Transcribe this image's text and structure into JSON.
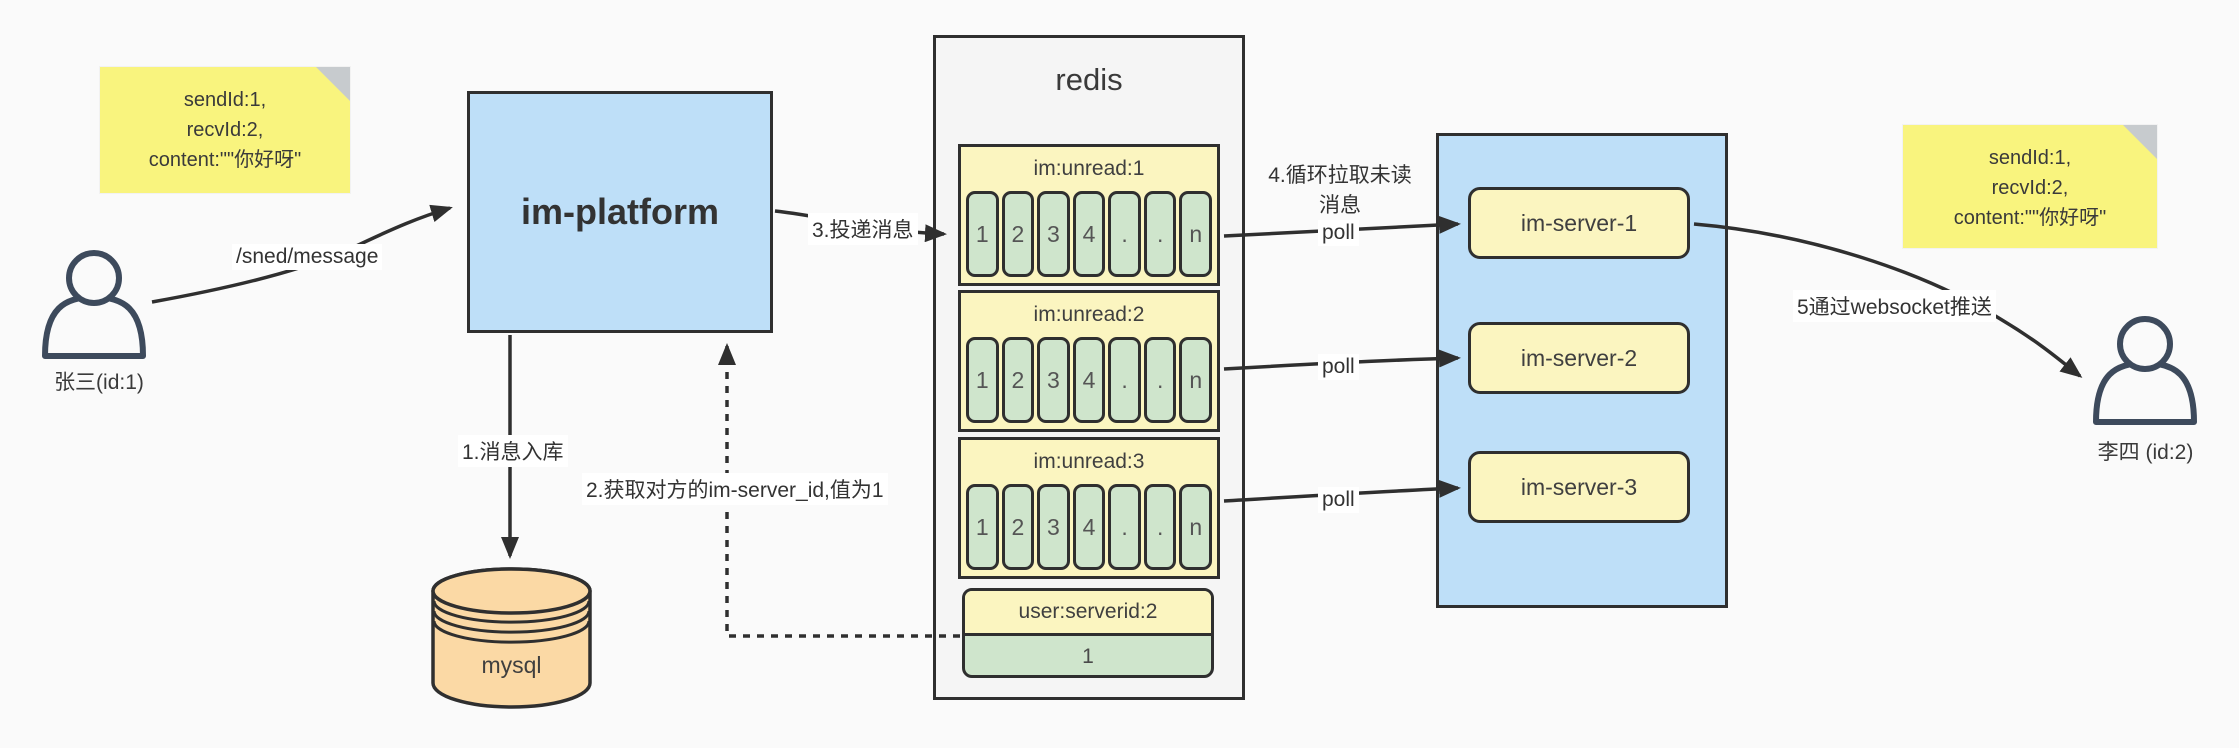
{
  "diagram": {
    "notes": {
      "left": {
        "lines": [
          "sendId:1,",
          "recvId:2,",
          "content:\"\"你好呀\""
        ]
      },
      "right": {
        "lines": [
          "sendId:1,",
          "recvId:2,",
          "content:\"\"你好呀\""
        ]
      }
    },
    "users": {
      "sender": {
        "label": "张三(id:1)"
      },
      "receiver": {
        "label": "李四 (id:2)"
      }
    },
    "platform": {
      "label": "im-platform"
    },
    "redis": {
      "title": "redis",
      "lists": [
        {
          "header": "im:unread:1",
          "cells": [
            "1",
            "2",
            "3",
            "4",
            ".",
            ".",
            "n"
          ]
        },
        {
          "header": "im:unread:2",
          "cells": [
            "1",
            "2",
            "3",
            "4",
            ".",
            ".",
            "n"
          ]
        },
        {
          "header": "im:unread:3",
          "cells": [
            "1",
            "2",
            "3",
            "4",
            ".",
            ".",
            "n"
          ]
        }
      ],
      "kv": {
        "header": "user:serverid:2",
        "value": "1"
      }
    },
    "server_cluster": {
      "servers": [
        {
          "label": "im-server-1"
        },
        {
          "label": "im-server-2"
        },
        {
          "label": "im-server-3"
        }
      ]
    },
    "database": {
      "label": "mysql"
    },
    "flow_labels": {
      "send_api": "/sned/message",
      "step1": "1.消息入库",
      "step2": "2.获取对方的im-server_id,值为1",
      "step3": "3.投递消息",
      "step4": "4.循环拉取未读消息",
      "step5": "5通过websocket推送",
      "poll": "poll"
    },
    "colors": {
      "canvas_bg": "#fafafa",
      "note_yellow": "#f9f47e",
      "box_blue": "#bedff8",
      "list_yellow": "#fbf5c0",
      "cell_green": "#cfe5cc",
      "db_tan": "#fbd9a5",
      "line_dark": "#2f2f2f",
      "redis_bg": "#f5f5f5"
    }
  }
}
